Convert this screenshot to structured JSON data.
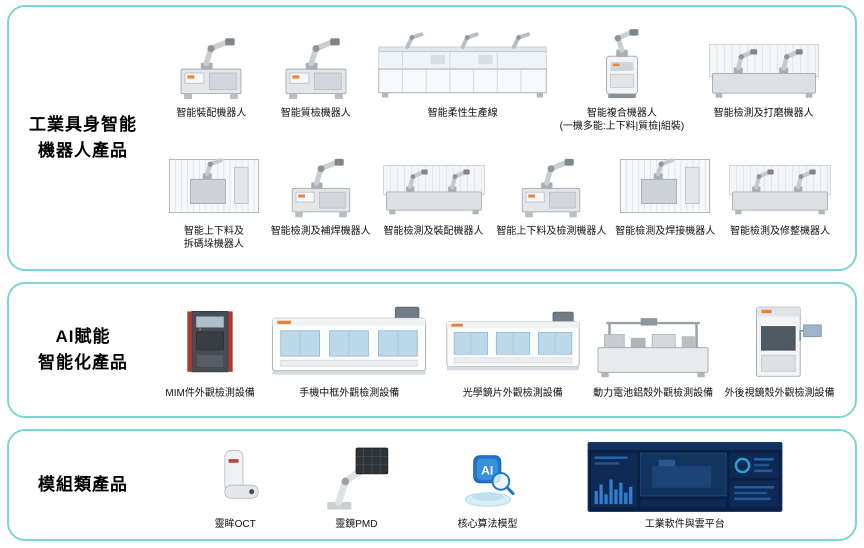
{
  "page": {
    "background": "#ffffff",
    "box_border_color": "#7ed3d6"
  },
  "sections": {
    "industrial": {
      "title": "工業具身智能\n機器人產品",
      "row1": [
        {
          "label": "智能裝配機器人"
        },
        {
          "label": "智能質檢機器人"
        },
        {
          "label": "智能柔性生產線"
        },
        {
          "label": "智能複合機器人\n(一機多能:上下料|質檢|組裝)"
        },
        {
          "label": "智能檢測及打磨機器人"
        }
      ],
      "row2": [
        {
          "label": "智能上下料及\n拆碼垛機器人"
        },
        {
          "label": "智能檢測及補焊機器人"
        },
        {
          "label": "智能檢測及裝配機器人"
        },
        {
          "label": "智能上下料及檢測機器人"
        },
        {
          "label": "智能檢測及焊接機器人"
        },
        {
          "label": "智能檢測及修整機器人"
        }
      ]
    },
    "ai": {
      "title": "AI賦能\n智能化產品",
      "items": [
        {
          "label": "MIM件外觀檢測設備"
        },
        {
          "label": "手機中框外觀檢測設備"
        },
        {
          "label": "光學鏡片外觀檢測設備"
        },
        {
          "label": "動力電池鋁殼外觀檢測設備"
        },
        {
          "label": "外後視鏡殼外觀檢測設備"
        }
      ]
    },
    "modules": {
      "title": "模組類產品",
      "items": [
        {
          "label": "靈眸OCT"
        },
        {
          "label": "靈鏡PMD"
        },
        {
          "label": "核心算法模型"
        },
        {
          "label": "工業軟件與雲平台"
        }
      ]
    }
  },
  "icons": {
    "ai_badge_text": "AI"
  }
}
